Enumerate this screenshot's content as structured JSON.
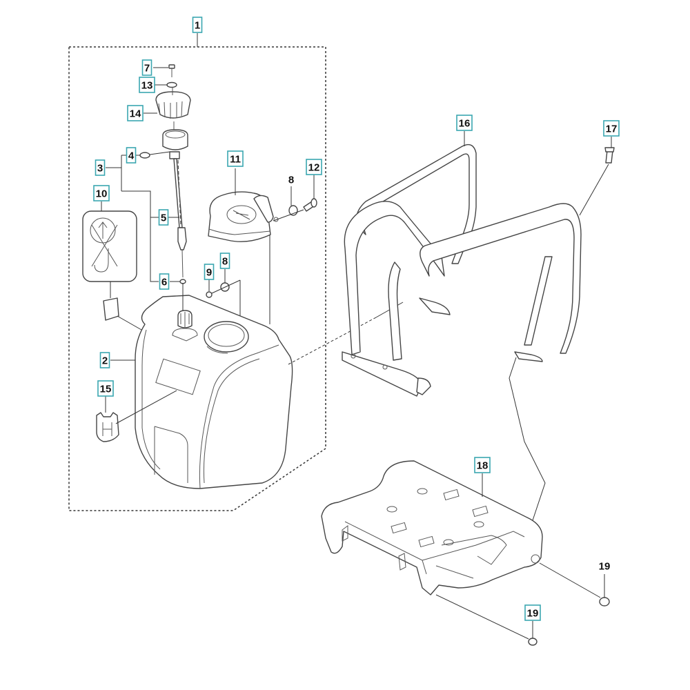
{
  "diagram": {
    "type": "exploded parts diagram",
    "subject": "Fuel tank assembly with frame guard and base plate",
    "callout_color": "#3aa6b0",
    "callouts": [
      {
        "id": "c1",
        "label": "1",
        "boxed": true,
        "part": "fuel-tank-assembly-kit"
      },
      {
        "id": "c2",
        "label": "2",
        "boxed": true,
        "part": "fuel-tank"
      },
      {
        "id": "c3",
        "label": "3",
        "boxed": true,
        "part": "fuel-pickup-kit"
      },
      {
        "id": "c4",
        "label": "4",
        "boxed": true,
        "part": "o-ring"
      },
      {
        "id": "c5",
        "label": "5",
        "boxed": true,
        "part": "fuel-hose"
      },
      {
        "id": "c6",
        "label": "6",
        "boxed": true,
        "part": "fuel-filter-washer"
      },
      {
        "id": "c7",
        "label": "7",
        "boxed": true,
        "part": "screw"
      },
      {
        "id": "c8a",
        "label": "8",
        "boxed": false,
        "part": "washer-upper"
      },
      {
        "id": "c8b",
        "label": "8",
        "boxed": true,
        "part": "washer-lower"
      },
      {
        "id": "c9",
        "label": "9",
        "boxed": true,
        "part": "nut"
      },
      {
        "id": "c10",
        "label": "10",
        "boxed": true,
        "part": "warning-decal"
      },
      {
        "id": "c11",
        "label": "11",
        "boxed": true,
        "part": "tank-cover"
      },
      {
        "id": "c12",
        "label": "12",
        "boxed": true,
        "part": "bolt"
      },
      {
        "id": "c13",
        "label": "13",
        "boxed": true,
        "part": "seal-washer"
      },
      {
        "id": "c14",
        "label": "14",
        "boxed": true,
        "part": "fuel-cap"
      },
      {
        "id": "c15",
        "label": "15",
        "boxed": true,
        "part": "logo-badge"
      },
      {
        "id": "c16",
        "label": "16",
        "boxed": true,
        "part": "frame-guard"
      },
      {
        "id": "c17",
        "label": "17",
        "boxed": true,
        "part": "frame-bolt"
      },
      {
        "id": "c18",
        "label": "18",
        "boxed": true,
        "part": "base-plate"
      },
      {
        "id": "c19a",
        "label": "19",
        "boxed": false,
        "part": "washer-right"
      },
      {
        "id": "c19b",
        "label": "19",
        "boxed": true,
        "part": "washer-bottom"
      }
    ]
  }
}
